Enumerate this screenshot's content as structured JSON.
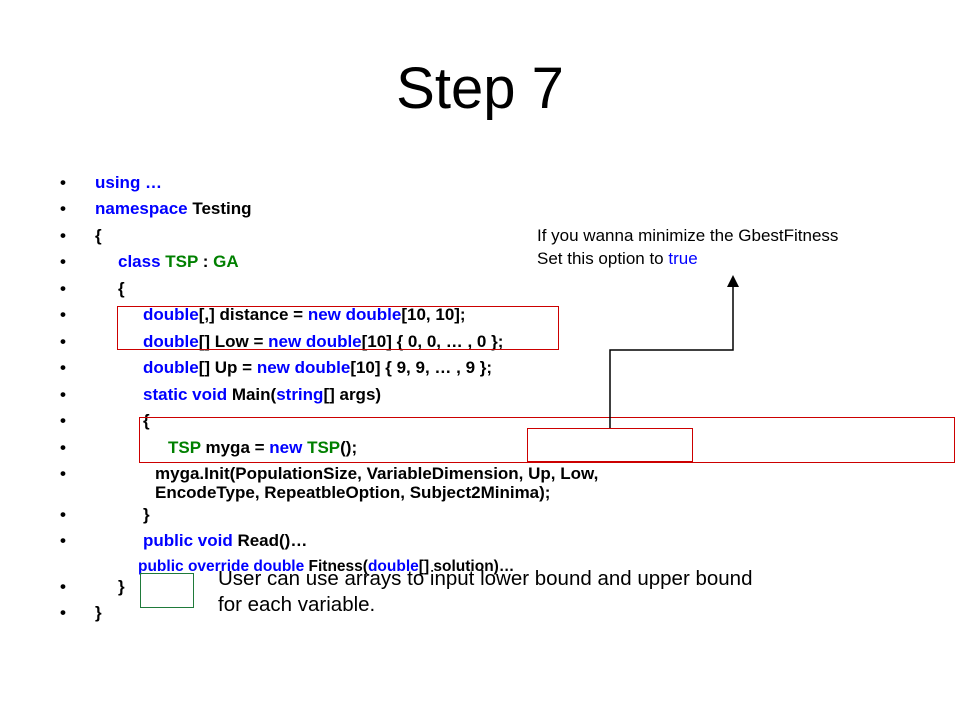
{
  "slide": {
    "title": "Step 7",
    "bullet": "•",
    "lines": [
      {
        "parts": [
          {
            "t": "using …",
            "c": "kw"
          }
        ]
      },
      {
        "parts": [
          {
            "t": "namespace ",
            "c": "kw"
          },
          {
            "t": "Testing",
            "c": "blk"
          }
        ]
      },
      {
        "parts": [
          {
            "t": "{",
            "c": "blk"
          }
        ]
      },
      {
        "parts": [
          {
            "t": "class ",
            "c": "kw"
          },
          {
            "t": "TSP",
            "c": "ty"
          },
          {
            "t": " : ",
            "c": "blk"
          },
          {
            "t": "GA",
            "c": "ty"
          }
        ]
      },
      {
        "parts": [
          {
            "t": "{",
            "c": "blk"
          }
        ]
      },
      {
        "parts": [
          {
            "t": "double",
            "c": "kw"
          },
          {
            "t": "[,] distance = ",
            "c": "blk"
          },
          {
            "t": "new double",
            "c": "kw"
          },
          {
            "t": "[10, 10];",
            "c": "blk"
          }
        ]
      },
      {
        "parts": [
          {
            "t": "double",
            "c": "kw"
          },
          {
            "t": "[] Low         = ",
            "c": "blk"
          },
          {
            "t": "new double",
            "c": "kw"
          },
          {
            "t": "[10] { 0, 0, … , 0 };",
            "c": "blk"
          }
        ]
      },
      {
        "parts": [
          {
            "t": "double",
            "c": "kw"
          },
          {
            "t": "[] Up           = ",
            "c": "blk"
          },
          {
            "t": "new double",
            "c": "kw"
          },
          {
            "t": "[10] { 9, 9, … , 9 };",
            "c": "blk"
          }
        ]
      },
      {
        "parts": [
          {
            "t": "static void ",
            "c": "kw"
          },
          {
            "t": "Main(",
            "c": "blk"
          },
          {
            "t": "string",
            "c": "kw"
          },
          {
            "t": "[] args)",
            "c": "blk"
          }
        ]
      },
      {
        "parts": [
          {
            "t": "{",
            "c": "blk"
          }
        ]
      },
      {
        "parts": [
          {
            "t": "TSP",
            "c": "ty"
          },
          {
            "t": " myga = ",
            "c": "blk"
          },
          {
            "t": "new ",
            "c": "kw"
          },
          {
            "t": "TSP",
            "c": "ty"
          },
          {
            "t": "();",
            "c": "blk"
          }
        ]
      },
      {
        "parts": [
          {
            "t": "myga.Init(PopulationSize, VariableDimension, Up, Low,",
            "c": "blk"
          }
        ]
      },
      {
        "parts": [
          {
            "t": "EncodeType, RepeatbleOption, Subject2Minima);",
            "c": "blk"
          }
        ]
      },
      {
        "parts": [
          {
            "t": "}",
            "c": "blk"
          }
        ]
      },
      {
        "parts": [
          {
            "t": "public void ",
            "c": "kw"
          },
          {
            "t": "Read()…",
            "c": "blk"
          }
        ]
      },
      {
        "parts": [
          {
            "t": "public override double ",
            "c": "kw"
          },
          {
            "t": "Fitness(",
            "c": "blk"
          },
          {
            "t": "double",
            "c": "kw"
          },
          {
            "t": "[] solution)…",
            "c": "blk"
          }
        ]
      },
      {
        "parts": [
          {
            "t": "}",
            "c": "blk"
          }
        ]
      },
      {
        "parts": [
          {
            "t": "}",
            "c": "blk"
          }
        ]
      }
    ],
    "note_top": {
      "line1": "If you wanna minimize the GbestFitness",
      "line2_prefix": "Set this option to ",
      "line2_value": "true"
    },
    "note_bottom": {
      "line1": "User can use arrays to input lower bound and upper bound",
      "line2": "for each variable."
    },
    "colors": {
      "keyword": "#0000ff",
      "type": "#008000",
      "box": "#cc0000",
      "small_box": "#1f7a3a"
    }
  }
}
